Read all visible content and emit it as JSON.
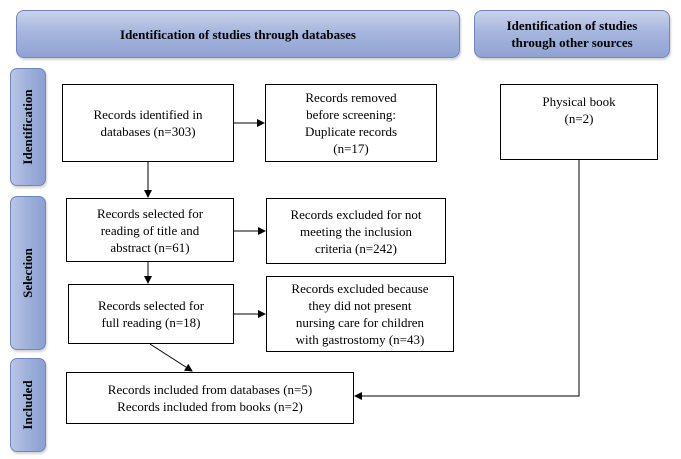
{
  "headers": {
    "databases": "Identification of studies through databases",
    "other_sources_line1": "Identification of studies",
    "other_sources_line2": "through other sources"
  },
  "phases": {
    "identification": "Identification",
    "selection": "Selection",
    "included": "Included"
  },
  "boxes": {
    "records_identified": [
      "Records identified in",
      "databases (n=303)"
    ],
    "records_removed": [
      "Records removed",
      "before screening:",
      "Duplicate records",
      "(n=17)"
    ],
    "physical_book": [
      "Physical book",
      "(n=2)"
    ],
    "records_selected_title": [
      "Records selected for",
      "reading of title and",
      "abstract (n=61)"
    ],
    "records_excluded_criteria": [
      "Records excluded for not",
      "meeting the inclusion",
      "criteria (n=242)"
    ],
    "records_selected_full": [
      "Records selected for",
      "full reading (n=18)"
    ],
    "records_excluded_nursing": [
      "Records excluded because",
      "they did not present",
      "nursing care for children",
      "with gastrostomy (n=43)"
    ],
    "records_included": [
      "Records included from databases (n=5)",
      "Records included from books (n=2)"
    ]
  }
}
